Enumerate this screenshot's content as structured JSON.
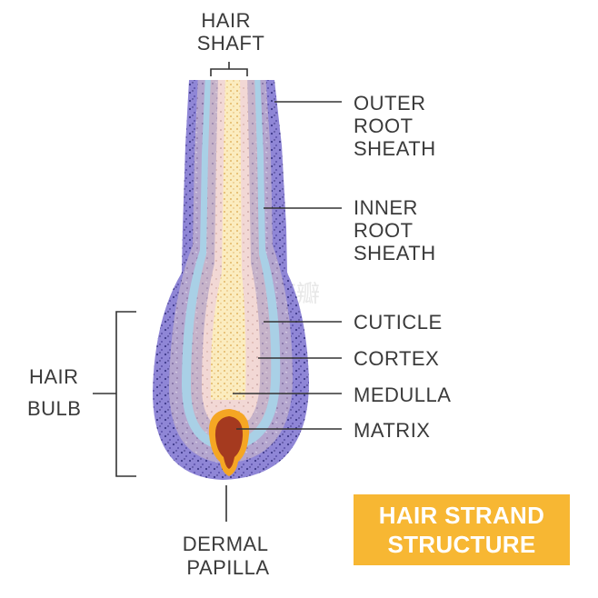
{
  "labels": {
    "hair_shaft": [
      "HAIR",
      "SHAFT"
    ],
    "outer_root_sheath": [
      "OUTER",
      "ROOT",
      "SHEATH"
    ],
    "inner_root_sheath": [
      "INNER",
      "ROOT",
      "SHEATH"
    ],
    "cuticle": "CUTICLE",
    "cortex": "CORTEX",
    "medulla": "MEDULLA",
    "matrix": "MATRIX",
    "hair_bulb": [
      "HAIR",
      "BULB"
    ],
    "dermal_papilla": [
      "DERMAL",
      "PAPILLA"
    ]
  },
  "title": {
    "line1": "HAIR STRAND",
    "line2": "STRUCTURE"
  },
  "watermark": "花瓣",
  "colors": {
    "outer_sheath": "#8f86d6",
    "inner_sheath": "#b4a6ce",
    "cuticle": "#a9d0e6",
    "cortex": "#f2d8d5",
    "medulla": "#fbecbf",
    "matrix": "#a53a1f",
    "papilla_ring": "#f5a623",
    "title_box": "#f7b733",
    "title_text": "#ffffff",
    "label_text": "#3a3a3a"
  }
}
